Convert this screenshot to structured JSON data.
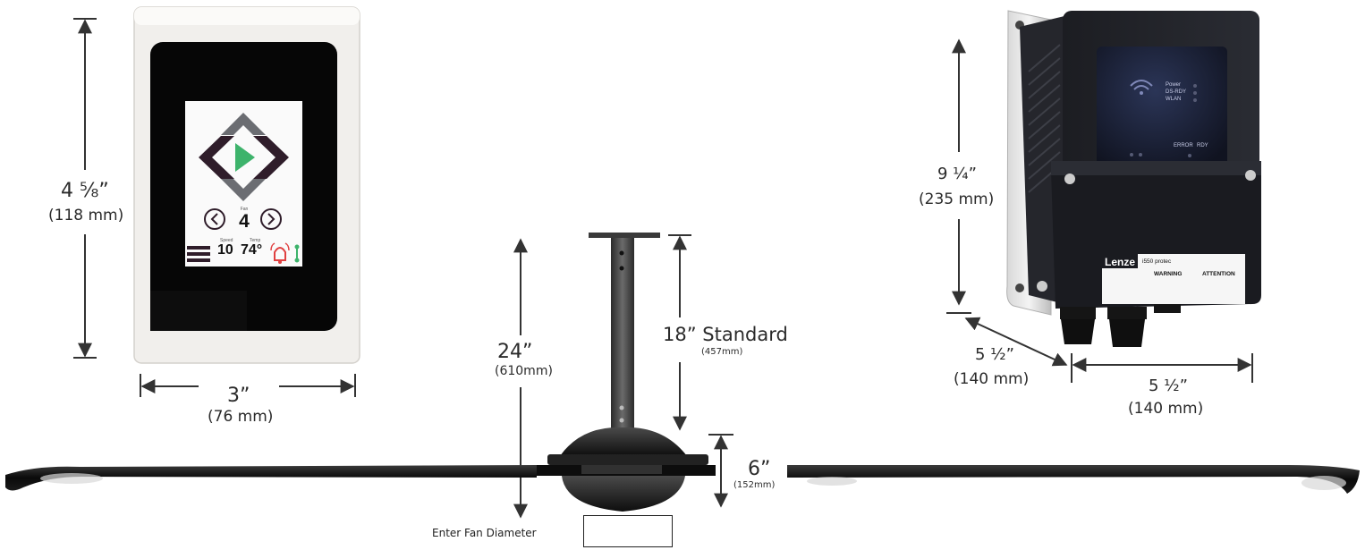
{
  "thermostat": {
    "height": "4 ⅝”",
    "height_mm": "(118 mm)",
    "width": "3”",
    "width_mm": "(76 mm)",
    "screen": {
      "small_label": "Fan",
      "fan_level": "4",
      "speed_label": "Speed",
      "speed_value": "10",
      "temp_label": "Temp",
      "temp_value": "74°"
    }
  },
  "fan": {
    "drop_total": "24”",
    "drop_total_mm": "(610mm)",
    "downrod": "18” Standard",
    "downrod_mm": "(457mm)",
    "motor_height": "6”",
    "motor_height_mm": "(152mm)",
    "diameter_label": "Enter Fan Diameter",
    "diameter_value": ""
  },
  "controller": {
    "height": "9 ¼”",
    "height_mm": "(235 mm)",
    "depth": "5 ½”",
    "depth_mm": "(140 mm)",
    "width": "5 ½”",
    "width_mm": "(140 mm)",
    "brand": "Lenze",
    "model": "i550 protec",
    "warning": "WARNING",
    "attention": "ATTENTION",
    "led_labels": [
      "Power",
      "DS-RDY",
      "WLAN"
    ],
    "status_labels": [
      "ERROR",
      "RDY"
    ]
  },
  "colors": {
    "accent_green": "#3db36b",
    "alarm_red": "#e04040",
    "dark_purple": "#2f1d2a",
    "chevron_gray": "#6b6d72"
  }
}
